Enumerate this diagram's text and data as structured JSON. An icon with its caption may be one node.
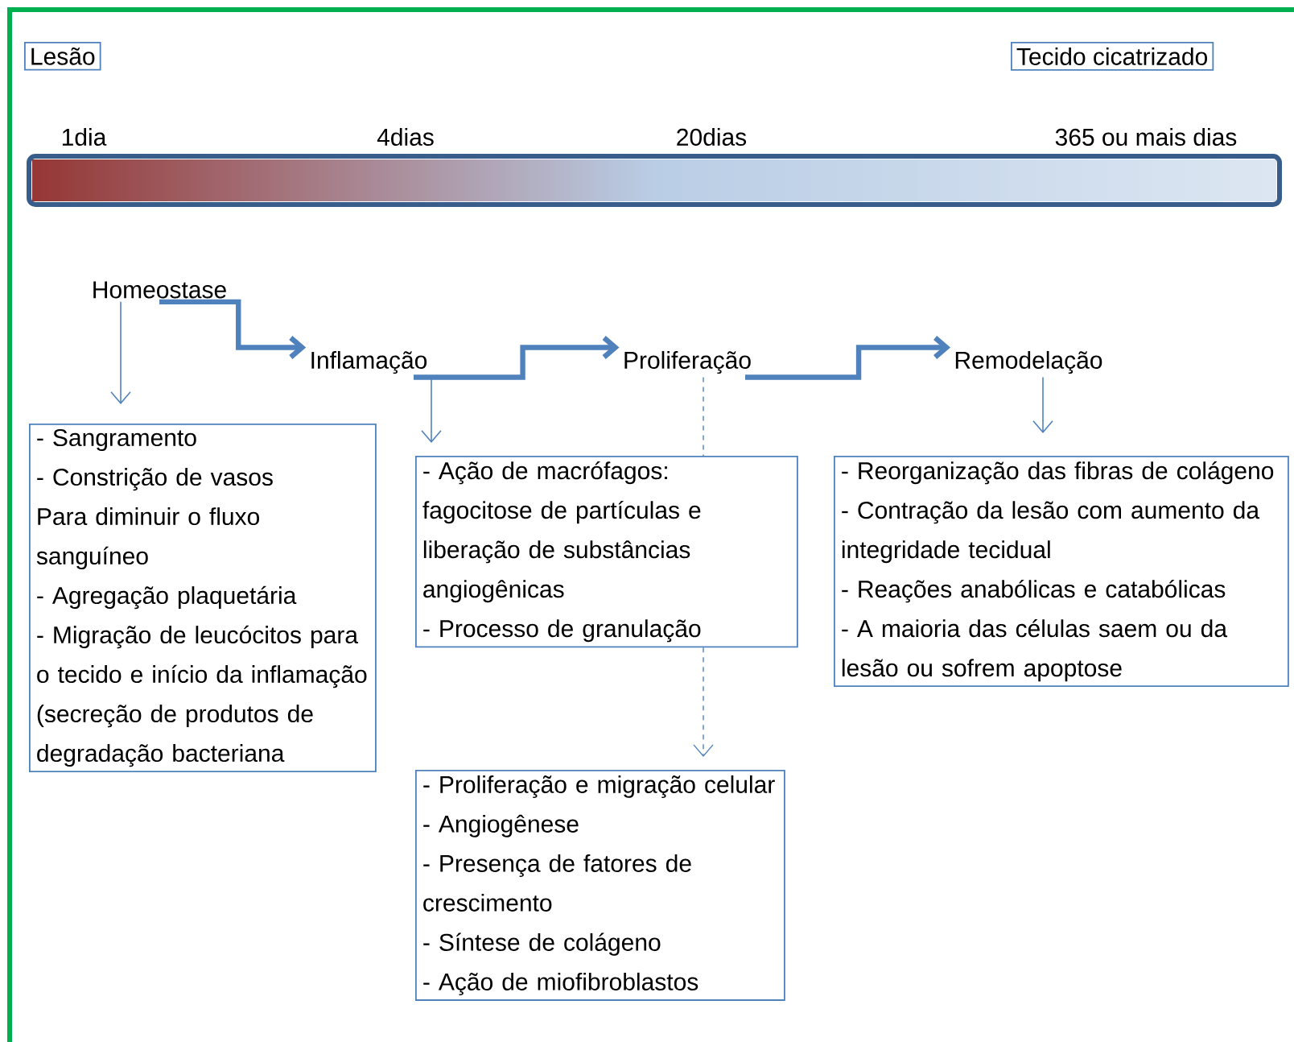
{
  "diagram": {
    "nodes": [
      {
        "text": [
          "Lesão"
        ]
      },
      {
        "text": [
          "Tecido cicatrizado"
        ]
      },
      {
        "text": [],
        "shape": "bar"
      },
      {
        "text": [
          "Homeostase"
        ]
      },
      {
        "text": [
          "Inflamação"
        ]
      },
      {
        "text": [
          "Proliferação"
        ]
      },
      {
        "text": [
          "Remodelação"
        ]
      },
      {
        "text": [
          "- Sangramento",
          "- Constrição de vasos",
          "Para  diminuir o fluxo sanguíneo",
          "- Agregação plaquetária",
          "- Migração de leucócitos para o tecido e início  da inflamação (secreção de produtos de degradação bacteriana"
        ]
      },
      {
        "text": [
          "- Ação de macrófagos: fagocitose de partículas e liberação de substâncias angiogênicas",
          "- Processo de granulação"
        ]
      },
      {
        "text": [
          "- Proliferação  e migração celular",
          "- Angiogênese",
          "- Presença de fatores de crescimento",
          "- Síntese de colágeno",
          "- Ação de miofibroblastos"
        ]
      },
      {
        "text": [
          "- Reorganização das fibras de colágeno",
          "- Contração da lesão com aumento da integridade tecidual",
          "- Reações anabólicas e catabólicas",
          "- A maioria das células saem ou da lesão ou sofrem apoptose"
        ]
      }
    ],
    "edges": [
      {
        "from": 3,
        "to": 4,
        "arrow": "to",
        "style": "thick"
      },
      {
        "from": 4,
        "to": 5,
        "arrow": "to",
        "style": "thick"
      },
      {
        "from": 5,
        "to": 6,
        "arrow": "to",
        "style": "thick"
      },
      {
        "from": 3,
        "to": 7,
        "arrow": "to"
      },
      {
        "from": 4,
        "to": 8,
        "arrow": "to"
      },
      {
        "from": 5,
        "to": 8,
        "arrow": "none",
        "style": "dashed"
      },
      {
        "from": 8,
        "to": 9,
        "arrow": "to",
        "style": "dashed"
      },
      {
        "from": 6,
        "to": 10,
        "arrow": "to"
      }
    ],
    "labels": [
      "1dia",
      "4dias",
      "20dias",
      "365  ou mais dias"
    ]
  }
}
